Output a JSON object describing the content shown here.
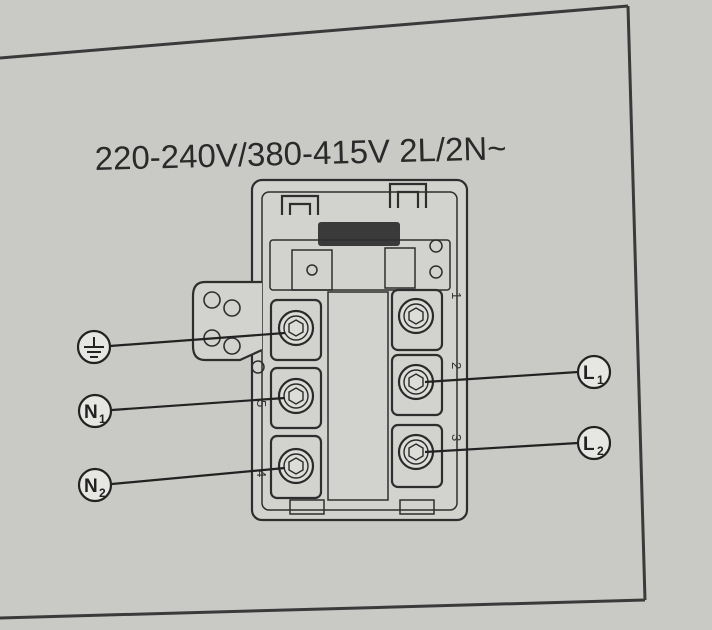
{
  "voltage_label": "220-240V/380-415V 2L/2N~",
  "terminal_numbers": {
    "t1": "1",
    "t2": "2",
    "t3": "3",
    "t4": "4",
    "t5": "5"
  },
  "connections": {
    "earth": {
      "icon": "earth-ground-icon"
    },
    "n1": {
      "letter": "N",
      "sub": "1"
    },
    "n2": {
      "letter": "N",
      "sub": "2"
    },
    "l1": {
      "letter": "L",
      "sub": "1"
    },
    "l2": {
      "letter": "L",
      "sub": "2"
    }
  },
  "colors": {
    "paper": "#c9c9c6",
    "ink": "#2a2a2a",
    "circle_fill": "#e6e6e2"
  }
}
